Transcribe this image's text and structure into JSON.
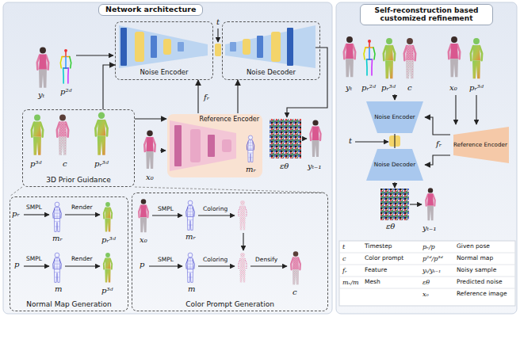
{
  "diagram": {
    "nodes": [
      {
        "text": [
          "Network architecture"
        ]
      },
      {
        "text": [
          "Noise Encoder"
        ],
        "in": 0
      },
      {
        "text": [
          "Noise Decoder"
        ],
        "in": 0
      },
      {
        "text": [
          "3D Prior Guidance"
        ],
        "in": 0
      },
      {
        "text": [
          "Reference Encoder"
        ],
        "in": 0
      },
      {
        "text": [
          "Normal Map Generation"
        ],
        "in": 0
      },
      {
        "text": [
          "Color Prompt Generation"
        ],
        "in": 0
      },
      {
        "text": [
          "Self-reconstruction based customized refinement"
        ]
      },
      {
        "text": [
          "Noise Encoder"
        ],
        "in": 7
      },
      {
        "text": [
          "Noise Decoder"
        ],
        "in": 7
      },
      {
        "text": [
          "Reference Encoder"
        ],
        "in": 7
      }
    ],
    "edges": [
      {
        "from": 4,
        "to": 1,
        "arrow": "to"
      },
      {
        "from": 4,
        "to": 2,
        "arrow": "to"
      },
      {
        "from": 3,
        "to": 1,
        "arrow": "to"
      },
      {
        "from": 3,
        "to": 4,
        "arrow": "to"
      },
      {
        "from": 8,
        "to": 9,
        "arrow": "none"
      },
      {
        "from": 10,
        "to": 8,
        "arrow": "to"
      },
      {
        "from": 10,
        "to": 9,
        "arrow": "to"
      }
    ],
    "labels": [
      "t",
      "yₜ",
      "p²ᵈ",
      "p³ᵈ",
      "c",
      "pᵣ³ᵈ",
      "fᵣ",
      "mᵣ",
      "x₀",
      "εθ",
      "yₜ₋₁",
      "pᵣ",
      "SMPL",
      "mᵣ",
      "Render",
      "pᵣ³ᵈ",
      "p",
      "SMPL",
      "m",
      "Render",
      "p³ᵈ",
      "x₀",
      "SMPL",
      "mᵣ",
      "Coloring",
      "p",
      "SMPL",
      "m",
      "Coloring",
      "Densify",
      "c",
      "yₜ",
      "pᵣ²ᵈ",
      "pᵣ³ᵈ",
      "c",
      "x₀",
      "pᵣ³ᵈ",
      "t",
      "fᵣ",
      "εθ",
      "yₜ₋₁",
      "t",
      "Timestep",
      "pᵣ/p",
      "Given pose",
      "c",
      "Color prompt",
      "p²ᵈ/p³ᵈ",
      "Normal map",
      "fᵣ",
      "Feature",
      "yₜ/yₜ₋₁",
      "Noisy sample",
      "mᵣ/m",
      "Mesh",
      "εθ",
      "Predicted noise",
      "x₀",
      "Reference image"
    ]
  }
}
